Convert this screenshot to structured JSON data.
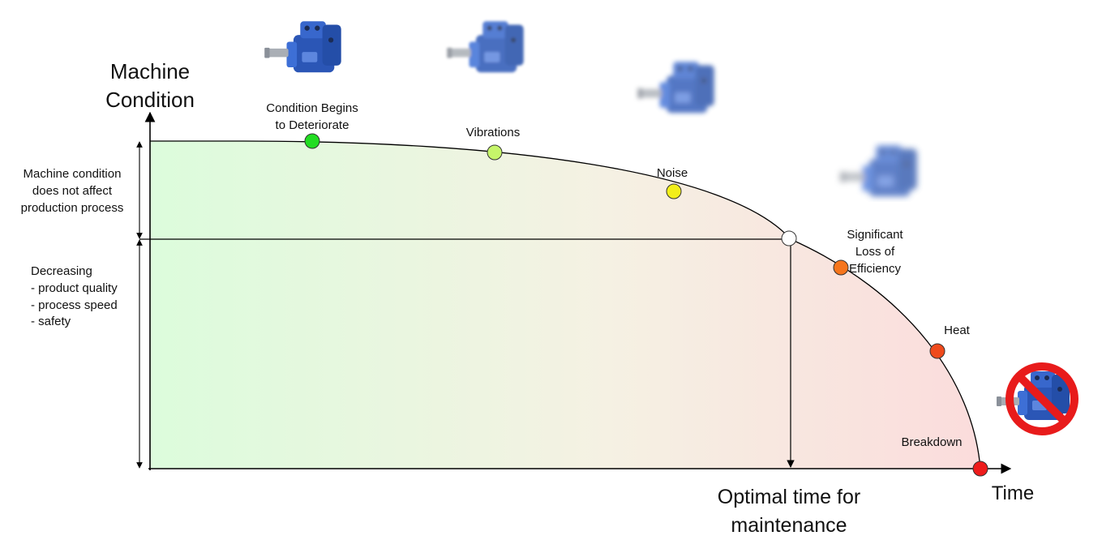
{
  "diagram": {
    "y_axis_title": [
      "Machine",
      "Condition"
    ],
    "x_axis_title": "Time",
    "optimal_label": [
      "Optimal time for",
      "maintenance"
    ],
    "left_notes": {
      "upper": [
        "Machine condition",
        "does not affect",
        "production process"
      ],
      "lower": [
        "Decreasing",
        "- product quality",
        "- process speed",
        "- safety"
      ]
    },
    "stages": [
      {
        "id": "deteriorate",
        "label": [
          "Condition Begins",
          "to Deteriorate"
        ],
        "color": "#22dd22"
      },
      {
        "id": "vibrations",
        "label": [
          "Vibrations"
        ],
        "color": "#c6f56a"
      },
      {
        "id": "noise",
        "label": [
          "Noise"
        ],
        "color": "#f2ee1a"
      },
      {
        "id": "optimal",
        "label": [],
        "color": "#ffffff"
      },
      {
        "id": "efficiency",
        "label": [
          "Significant",
          "Loss of",
          "Efficiency"
        ],
        "color": "#f6751c"
      },
      {
        "id": "heat",
        "label": [
          "Heat"
        ],
        "color": "#ef4a1c"
      },
      {
        "id": "breakdown",
        "label": [
          "Breakdown"
        ],
        "color": "#ee1c1c"
      }
    ],
    "pump_images": [
      {
        "icon": "hydraulic-pump-icon",
        "blur": 0
      },
      {
        "icon": "hydraulic-pump-icon",
        "blur": 1
      },
      {
        "icon": "hydraulic-pump-icon",
        "blur": 2
      },
      {
        "icon": "hydraulic-pump-icon",
        "blur": 3
      },
      {
        "icon": "hydraulic-pump-prohibited-icon",
        "blur": 0
      }
    ],
    "colors": {
      "area_start": "#dcfcdc",
      "area_mid": "#f5f1e3",
      "area_end": "#fbdcdc",
      "pump_blue": "#2f5fc4",
      "prohibit_red": "#e81b1b"
    }
  }
}
